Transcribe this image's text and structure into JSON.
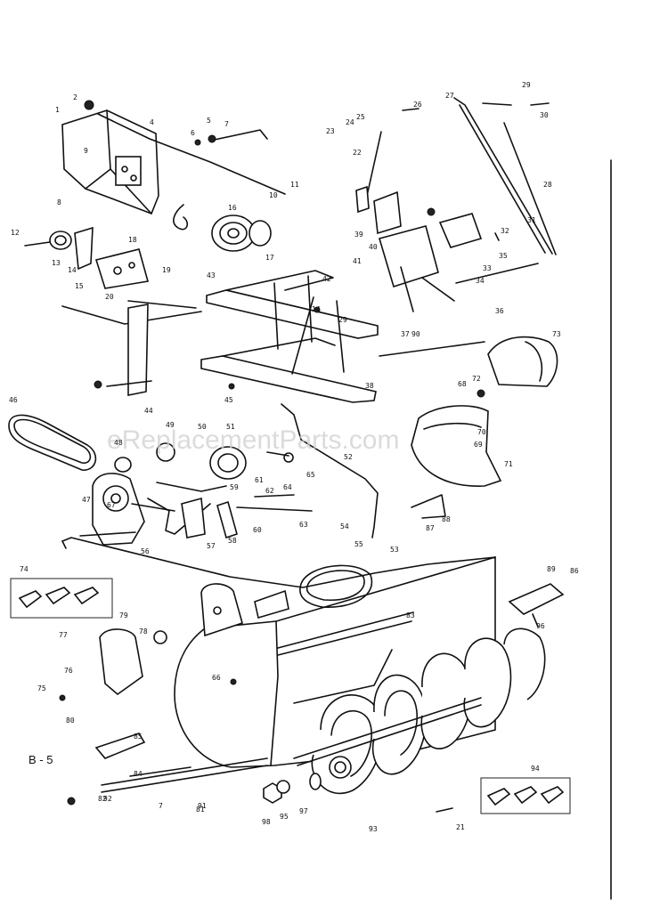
{
  "page_label": "B - 5",
  "watermark": "eReplacementParts.com",
  "callouts": [
    {
      "id": "c1",
      "text": "1"
    },
    {
      "id": "c2",
      "text": "2"
    },
    {
      "id": "c3",
      "text": "4"
    },
    {
      "id": "c4",
      "text": "5"
    },
    {
      "id": "c5",
      "text": "6"
    },
    {
      "id": "c6",
      "text": "7"
    },
    {
      "id": "c7",
      "text": "9"
    },
    {
      "id": "c8",
      "text": "8"
    },
    {
      "id": "c9",
      "text": "11"
    },
    {
      "id": "c10",
      "text": "10"
    },
    {
      "id": "c11",
      "text": "16"
    },
    {
      "id": "c12",
      "text": "17"
    },
    {
      "id": "c13",
      "text": "12"
    },
    {
      "id": "c14",
      "text": "13"
    },
    {
      "id": "c15",
      "text": "14"
    },
    {
      "id": "c16",
      "text": "15"
    },
    {
      "id": "c17",
      "text": "18"
    },
    {
      "id": "c18",
      "text": "19"
    },
    {
      "id": "c19",
      "text": "20"
    },
    {
      "id": "c20",
      "text": "22"
    },
    {
      "id": "c21",
      "text": "23"
    },
    {
      "id": "c22",
      "text": "24"
    },
    {
      "id": "c23",
      "text": "25"
    },
    {
      "id": "c24",
      "text": "26"
    },
    {
      "id": "c25",
      "text": "27"
    },
    {
      "id": "c26",
      "text": "28"
    },
    {
      "id": "c27",
      "text": "29"
    },
    {
      "id": "c28",
      "text": "30"
    },
    {
      "id": "c29",
      "text": "31"
    },
    {
      "id": "c30",
      "text": "32"
    },
    {
      "id": "c31",
      "text": "33"
    },
    {
      "id": "c32",
      "text": "34"
    },
    {
      "id": "c33",
      "text": "35"
    },
    {
      "id": "c34",
      "text": "36"
    },
    {
      "id": "c35",
      "text": "37"
    },
    {
      "id": "c36",
      "text": "38"
    },
    {
      "id": "c37",
      "text": "39"
    },
    {
      "id": "c38",
      "text": "40"
    },
    {
      "id": "c39",
      "text": "41"
    },
    {
      "id": "c40",
      "text": "42"
    },
    {
      "id": "c41",
      "text": "43"
    },
    {
      "id": "c42",
      "text": "44"
    },
    {
      "id": "c43",
      "text": "45"
    },
    {
      "id": "c44",
      "text": "46"
    },
    {
      "id": "c45",
      "text": "47"
    },
    {
      "id": "c46",
      "text": "48"
    },
    {
      "id": "c47",
      "text": "49"
    },
    {
      "id": "c48",
      "text": "50"
    },
    {
      "id": "c49",
      "text": "51"
    },
    {
      "id": "c50",
      "text": "52"
    },
    {
      "id": "c51",
      "text": "53"
    },
    {
      "id": "c52",
      "text": "54"
    },
    {
      "id": "c53",
      "text": "55"
    },
    {
      "id": "c54",
      "text": "56"
    },
    {
      "id": "c55",
      "text": "57"
    },
    {
      "id": "c56",
      "text": "58"
    },
    {
      "id": "c57",
      "text": "59"
    },
    {
      "id": "c58",
      "text": "60"
    },
    {
      "id": "c59",
      "text": "61"
    },
    {
      "id": "c60",
      "text": "62"
    },
    {
      "id": "c61",
      "text": "63"
    },
    {
      "id": "c62",
      "text": "64"
    },
    {
      "id": "c63",
      "text": "65"
    },
    {
      "id": "c64",
      "text": "66"
    },
    {
      "id": "c65",
      "text": "67"
    },
    {
      "id": "c66",
      "text": "68"
    },
    {
      "id": "c67",
      "text": "69"
    },
    {
      "id": "c68",
      "text": "70"
    },
    {
      "id": "c69",
      "text": "71"
    },
    {
      "id": "c70",
      "text": "72"
    },
    {
      "id": "c71",
      "text": "73"
    },
    {
      "id": "c72",
      "text": "74"
    },
    {
      "id": "c73",
      "text": "75"
    },
    {
      "id": "c74",
      "text": "76"
    },
    {
      "id": "c75",
      "text": "77"
    },
    {
      "id": "c76",
      "text": "78"
    },
    {
      "id": "c77",
      "text": "79"
    },
    {
      "id": "c78",
      "text": "80"
    },
    {
      "id": "c79",
      "text": "81"
    },
    {
      "id": "c80",
      "text": "82"
    },
    {
      "id": "c81",
      "text": "83"
    },
    {
      "id": "c82",
      "text": "84"
    },
    {
      "id": "c83",
      "text": "85"
    },
    {
      "id": "c84",
      "text": "86"
    },
    {
      "id": "c85",
      "text": "87"
    },
    {
      "id": "c86",
      "text": "88"
    },
    {
      "id": "c87",
      "text": "89"
    },
    {
      "id": "c88",
      "text": "90"
    },
    {
      "id": "c89",
      "text": "91"
    },
    {
      "id": "c90",
      "text": "92"
    },
    {
      "id": "c91",
      "text": "93"
    },
    {
      "id": "c92",
      "text": "94"
    },
    {
      "id": "c93",
      "text": "95"
    },
    {
      "id": "c94",
      "text": "96"
    },
    {
      "id": "c95",
      "text": "97"
    },
    {
      "id": "c96",
      "text": "98"
    },
    {
      "id": "c97",
      "text": "21"
    },
    {
      "id": "c98",
      "text": "14"
    },
    {
      "id": "c99",
      "text": "7"
    },
    {
      "id": "c100",
      "text": "29"
    }
  ]
}
